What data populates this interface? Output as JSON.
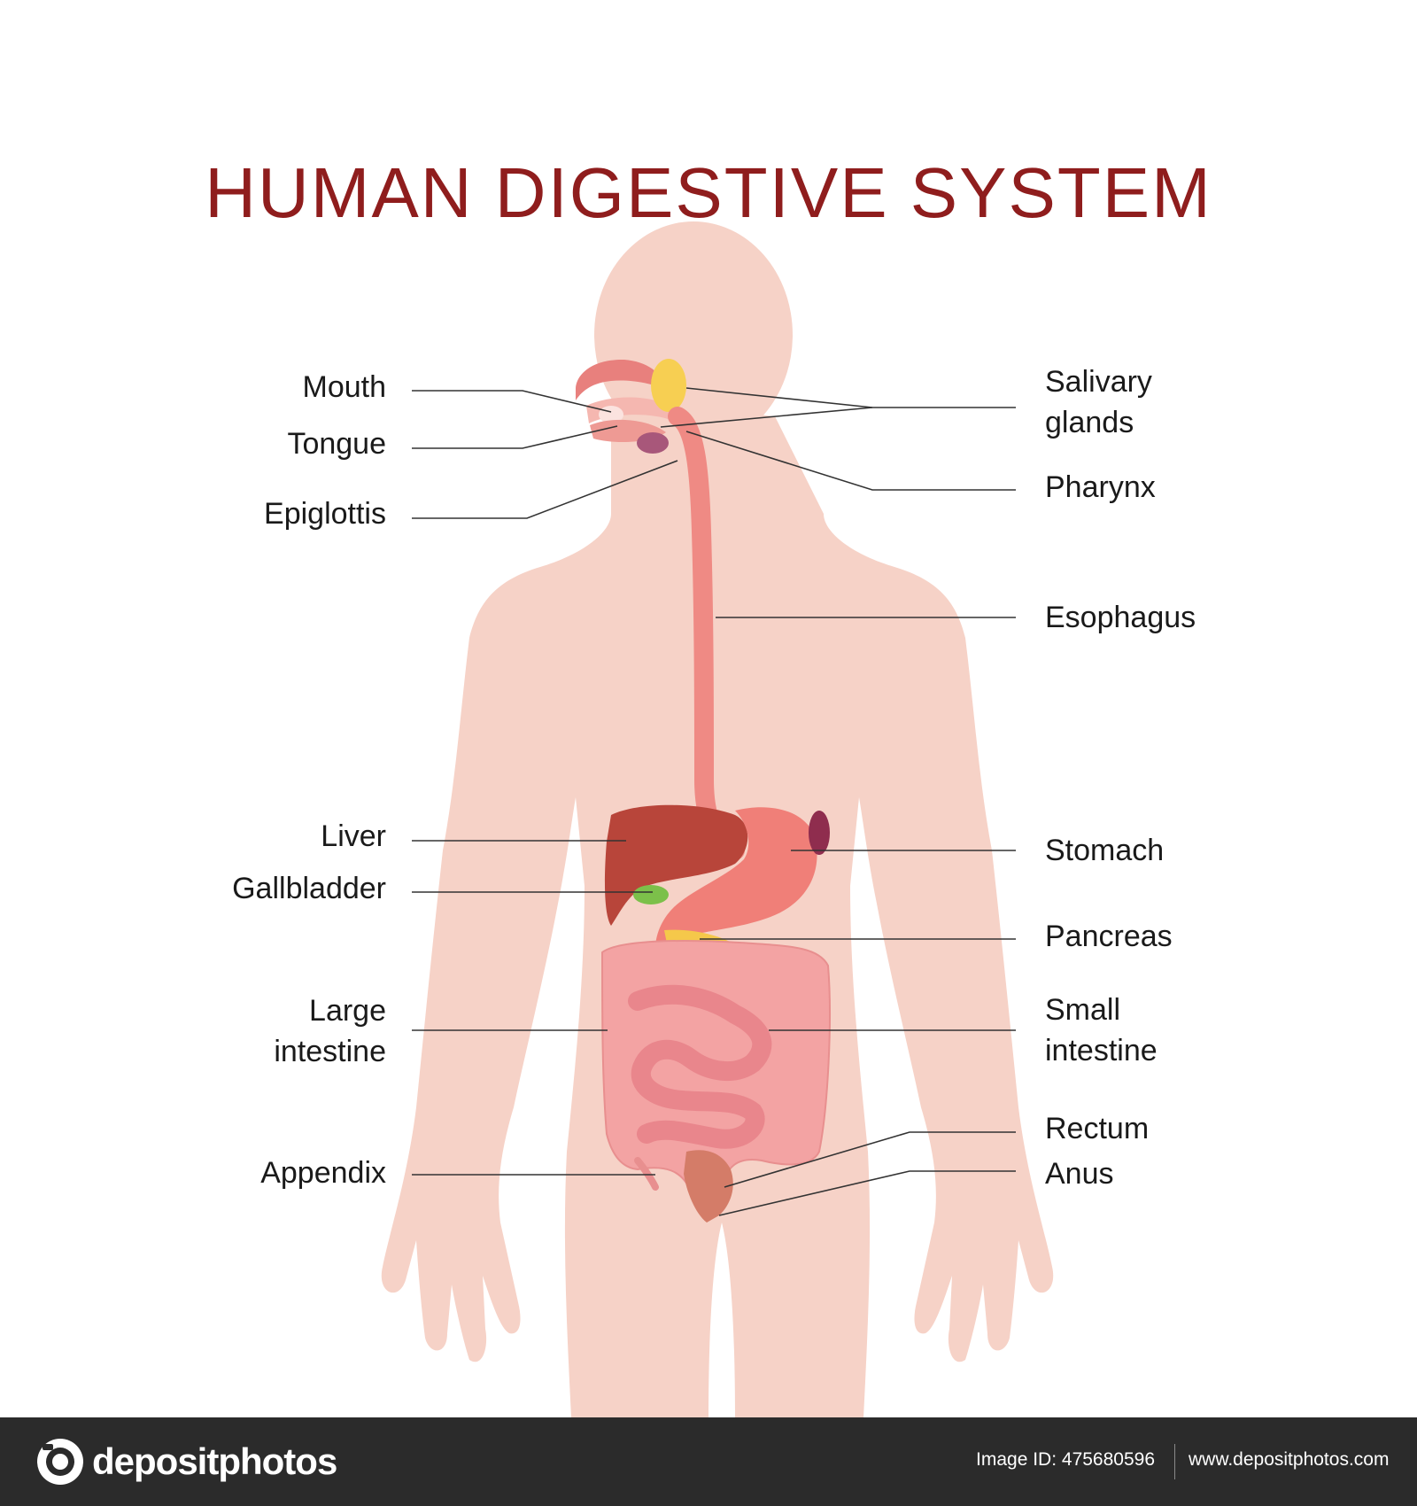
{
  "title": "HUMAN DIGESTIVE SYSTEM",
  "labels": {
    "mouth": "Mouth",
    "tongue": "Tongue",
    "epiglottis": "Epiglottis",
    "liver": "Liver",
    "gallbladder": "Gallbladder",
    "large_intestine": [
      "Large",
      "intestine"
    ],
    "appendix": "Appendix",
    "salivary_glands": [
      "Salivary",
      "glands"
    ],
    "pharynx": "Pharynx",
    "esophagus": "Esophagus",
    "stomach": "Stomach",
    "pancreas": "Pancreas",
    "small_intestine": [
      "Small",
      "intestine"
    ],
    "rectum": "Rectum",
    "anus": "Anus"
  },
  "footer": {
    "brand": "depositphotos",
    "image_id": "Image ID: 475680596",
    "url": "www.depositphotos.com"
  },
  "colors": {
    "title": "#8f1d1d",
    "body": "#f6d2c7",
    "organ_pink": "#ef8a84",
    "liver": "#b8453a",
    "intestine": "#f3a3a3",
    "gallbladder": "#7cc04a",
    "pancreas": "#f5c84a",
    "footer_bg": "#2b2b2b"
  },
  "watermark": "depositphotos"
}
